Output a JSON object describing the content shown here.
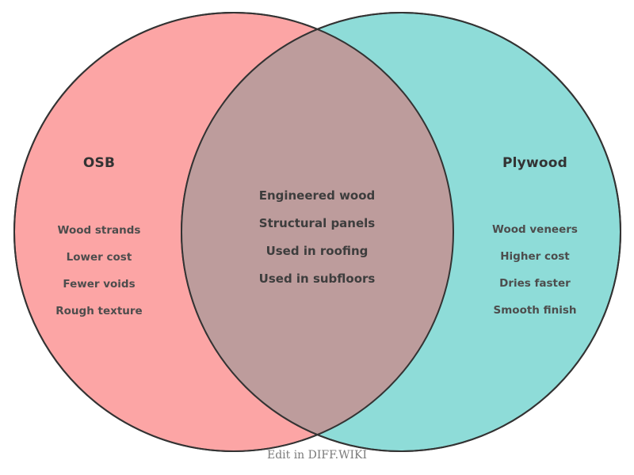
{
  "diagram": {
    "type": "venn-2-set",
    "background": "#ffffff",
    "stroke_color": "#333333",
    "left": {
      "title": "OSB",
      "fill": "#fca5a5",
      "items": [
        "Wood strands",
        "Lower cost",
        "Fewer voids",
        "Rough texture"
      ]
    },
    "right": {
      "title": "Plywood",
      "fill": "#8edcd8",
      "items": [
        "Wood veneers",
        "Higher cost",
        "Dries faster",
        "Smooth finish"
      ]
    },
    "intersection": {
      "fill": "#bd9c9c",
      "items": [
        "Engineered wood",
        "Structural panels",
        "Used in roofing",
        "Used in subfloors"
      ]
    }
  },
  "footer": {
    "edit_label": "Edit in DIFF.WIKI"
  }
}
